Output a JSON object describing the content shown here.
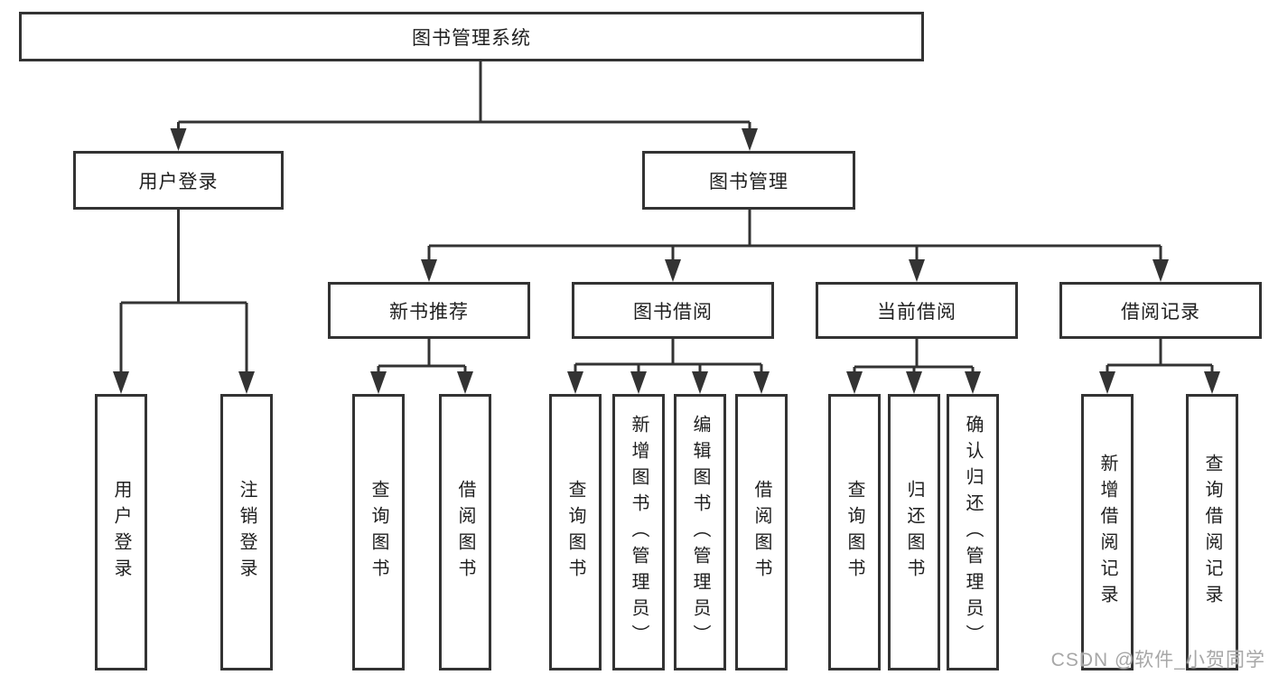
{
  "nodes": {
    "root": "图书管理系统",
    "user_login": "用户登录",
    "book_mgmt": "图书管理",
    "new_book_rec": "新书推荐",
    "book_borrow": "图书借阅",
    "current_borrow": "当前借阅",
    "borrow_records": "借阅记录",
    "leaf_user_login": "用户登录",
    "leaf_logout": "注销登录",
    "leaf_nbr_query": "查询图书",
    "leaf_nbr_borrow": "借阅图书",
    "leaf_bb_query": "查询图书",
    "leaf_bb_add": "新增图书（管理员）",
    "leaf_bb_edit": "编辑图书（管理员）",
    "leaf_bb_borrow": "借阅图书",
    "leaf_cb_query": "查询图书",
    "leaf_cb_return": "归还图书",
    "leaf_cb_confirm": "确认归还（管理员）",
    "leaf_br_add": "新增借阅记录",
    "leaf_br_query": "查询借阅记录"
  },
  "watermark": "CSDN @软件_小贺同学",
  "colors": {
    "line": "#333333",
    "box_border": "#333333",
    "text": "#1f1f1f",
    "watermark": "#a7a7a7",
    "background": "#ffffff"
  }
}
